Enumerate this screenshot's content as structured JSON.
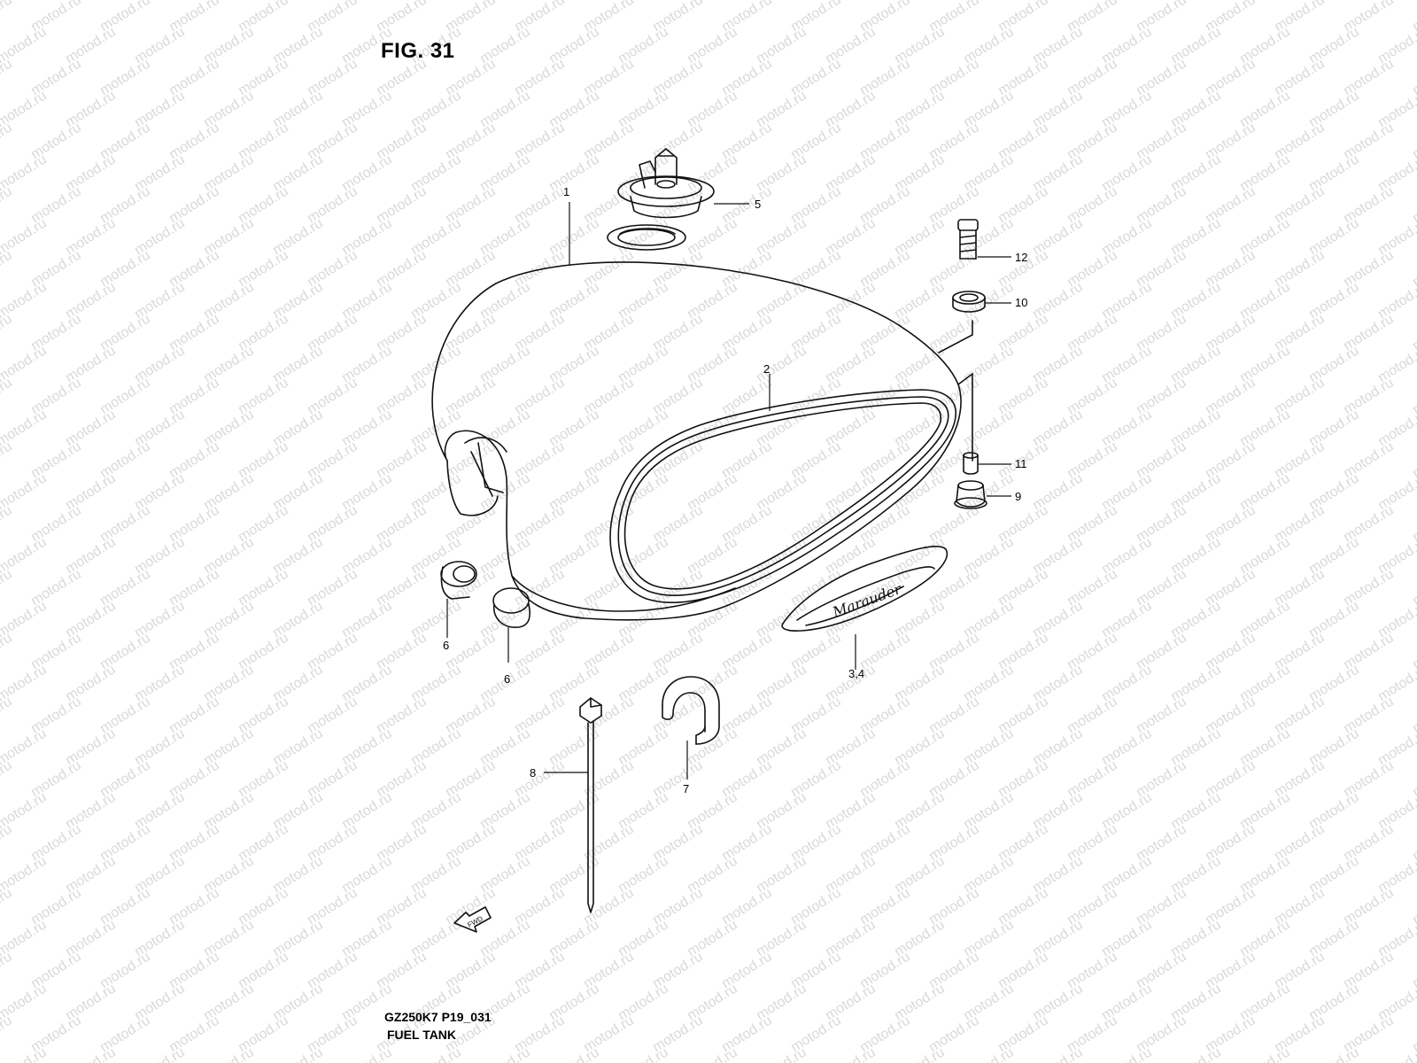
{
  "figure": {
    "title": "FIG. 31",
    "model_code": "GZ250K7 P19_031",
    "name": "FUEL TANK",
    "watermark_text": "motod.ru",
    "watermark_color": "#d9d9d9",
    "fwd_label": "FWD"
  },
  "callouts": [
    {
      "id": "c1",
      "label": "1",
      "part": "fuel-tank"
    },
    {
      "id": "c2",
      "label": "2",
      "part": "tank-stripe-trim"
    },
    {
      "id": "c34",
      "label": "3,4",
      "part": "tank-emblem"
    },
    {
      "id": "c5",
      "label": "5",
      "part": "fuel-cap-with-key"
    },
    {
      "id": "c6a",
      "label": "6",
      "part": "cushion-a"
    },
    {
      "id": "c6b",
      "label": "6",
      "part": "cushion-b"
    },
    {
      "id": "c7",
      "label": "7",
      "part": "c-clip-cushion"
    },
    {
      "id": "c8",
      "label": "8",
      "part": "cable-tie"
    },
    {
      "id": "c9",
      "label": "9",
      "part": "rear-mount-cushion"
    },
    {
      "id": "c10",
      "label": "10",
      "part": "grommet"
    },
    {
      "id": "c11",
      "label": "11",
      "part": "spacer-collar"
    },
    {
      "id": "c12",
      "label": "12",
      "part": "bolt"
    }
  ],
  "emblem_script": "Marauder"
}
